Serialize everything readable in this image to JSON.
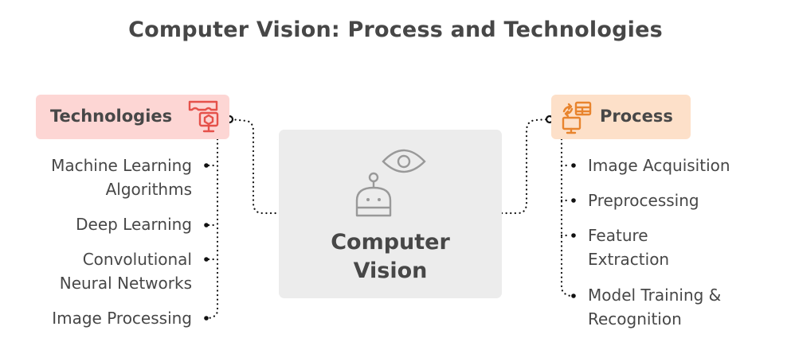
{
  "title": "Computer Vision: Process and Technologies",
  "center": {
    "label_line1": "Computer",
    "label_line2": "Vision",
    "icons": [
      "robot-icon",
      "eye-icon"
    ],
    "color": "#ececec"
  },
  "technologies": {
    "label": "Technologies",
    "icon": "vr-headset-monitor-icon",
    "color": "#fdd6d4",
    "accent": "#e5514a",
    "items": [
      {
        "line1": "Machine Learning",
        "line2": "Algorithms"
      },
      {
        "line1": "Deep Learning",
        "line2": ""
      },
      {
        "line1": "Convolutional",
        "line2": "Neural Networks"
      },
      {
        "line1": "Image Processing",
        "line2": ""
      }
    ]
  },
  "process": {
    "label": "Process",
    "icon": "data-transfer-monitor-icon",
    "color": "#fde0c9",
    "accent": "#e8842e",
    "items": [
      {
        "line1": "Image Acquisition",
        "line2": ""
      },
      {
        "line1": "Preprocessing",
        "line2": ""
      },
      {
        "line1": "Feature",
        "line2": "Extraction"
      },
      {
        "line1": "Model Training &",
        "line2": "Recognition"
      }
    ]
  }
}
